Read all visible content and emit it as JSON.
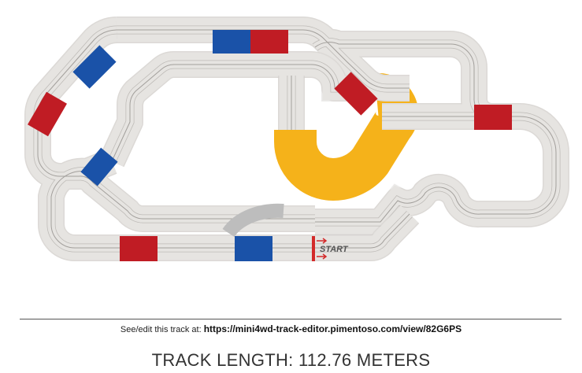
{
  "track": {
    "start_label": "START",
    "colors": {
      "track_base": "#e6e4e1",
      "track_edge": "#c9c6c2",
      "lane_line": "#9a9794",
      "sector_line": "#b3b0ac",
      "blue_section": "#1a52a8",
      "red_section": "#c01c24",
      "yellow_section": "#f5b21a",
      "crossover": "#bdbdbd",
      "start_marker": "#d32a2a"
    }
  },
  "footer": {
    "link_prefix": "See/edit this track at:",
    "link_url": "https://mini4wd-track-editor.pimentoso.com/view/82G6PS",
    "length_text": "TRACK LENGTH: 112.76 METERS"
  }
}
